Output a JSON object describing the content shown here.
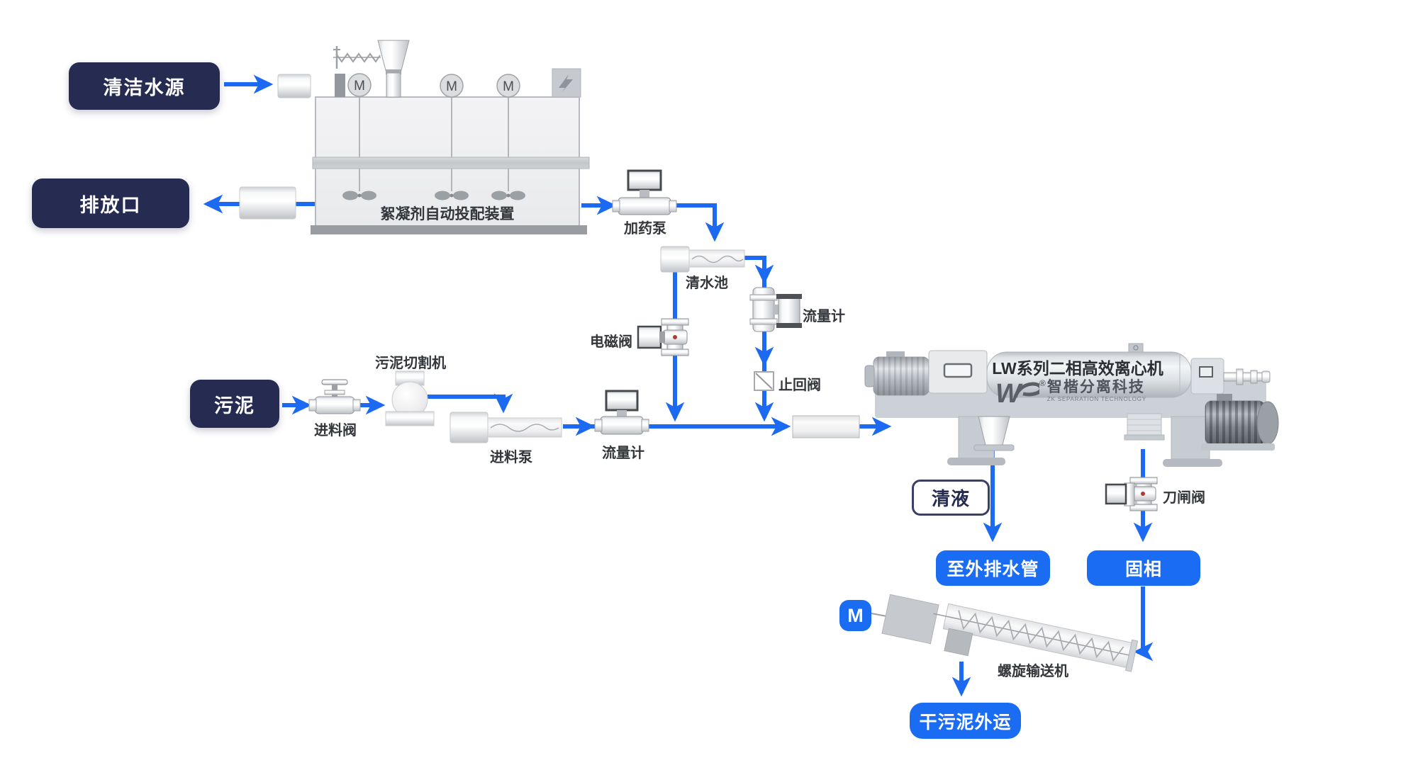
{
  "colors": {
    "line_blue": "#1c69f2",
    "navy": "#262b52",
    "button_blue": "#1a6cf3"
  },
  "sources": {
    "clean_water": {
      "label": "清洁水源"
    },
    "discharge": {
      "label": "排放口"
    },
    "sludge": {
      "label": "污泥"
    }
  },
  "dosing_unit": {
    "label": "絮凝剂自动投配装置",
    "motors": [
      "M",
      "M",
      "M"
    ]
  },
  "components": {
    "dosing_pump": "加药泵",
    "clean_water_tank": "清水池",
    "solenoid_valve": "电磁阀",
    "flow_meter_clean": "流量计",
    "check_valve": "止回阀",
    "feed_valve": "进料阀",
    "sludge_cutter": "污泥切割机",
    "feed_pump": "进料泵",
    "flow_meter_feed": "流量计"
  },
  "centrifuge": {
    "model": "LW系列二相高效离心机",
    "logo_mark": "W",
    "registered": "®",
    "brand_cn": "智楷分离科技",
    "brand_en": "ZK SEPARATION TECHNOLOGY"
  },
  "outputs": {
    "clear_liquid": "清液",
    "knife_gate_valve": "刀闸阀",
    "to_drain": "至外排水管",
    "solid_phase": "固相",
    "screw_conveyor": "螺旋输送机",
    "conveyor_motor": "M",
    "dry_sludge": "干污泥外运"
  }
}
